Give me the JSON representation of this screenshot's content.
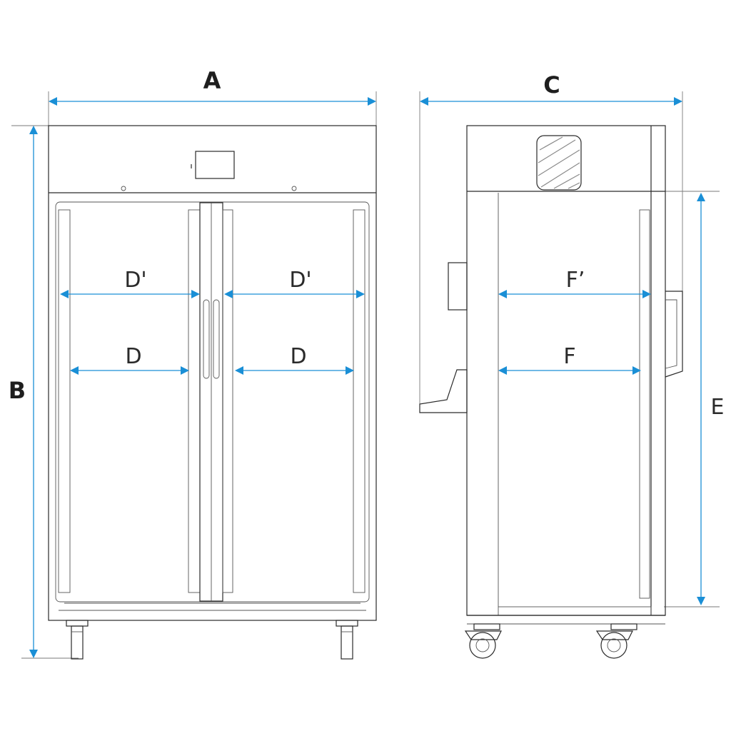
{
  "front_view": {
    "width_label": "A",
    "height_label": "B",
    "upper_inner_left_label": "D'",
    "upper_inner_right_label": "D'",
    "lower_inner_left_label": "D",
    "lower_inner_right_label": "D"
  },
  "side_view": {
    "depth_label": "C",
    "inner_height_label": "E",
    "upper_inner_depth_label": "F’",
    "lower_inner_depth_label": "F"
  },
  "colors": {
    "dimension": "#1a8fd6",
    "outline": "#2a2a2a"
  }
}
